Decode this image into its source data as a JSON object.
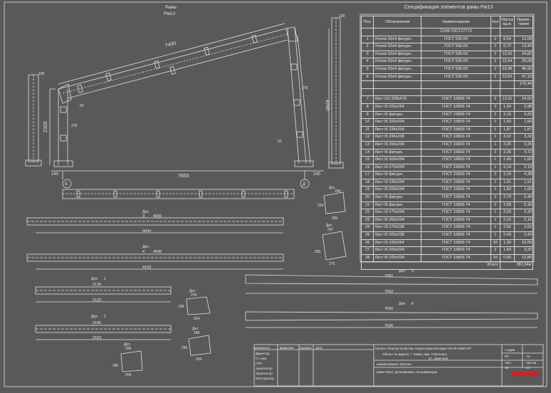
{
  "frame": {
    "title_line1": "Рама",
    "title_line2": "Рм13"
  },
  "dims": {
    "top_length": "7400",
    "span": "7650",
    "left_height": "2320",
    "right_height": "4240",
    "left_offset": "140",
    "right_offset": "140",
    "axis_left": "Б",
    "axis_right": "Д",
    "left_col_top": "228",
    "right_col_top": "228",
    "left_small": "278",
    "right_small": "278",
    "ang_a": "53",
    "ang_b": "33"
  },
  "details": [
    {
      "title": "Дет.",
      "num": "3",
      "inner": "4056",
      "outer": "4044"
    },
    {
      "title": "Дет.",
      "num": "4",
      "inner": "4099",
      "outer": "4103"
    },
    {
      "title": "Дет.",
      "num": "1",
      "inner": "2136",
      "outer": "2122"
    },
    {
      "title": "Дет.",
      "num": "2",
      "inner": "2196",
      "outer": "2153"
    },
    {
      "title": "Дет.",
      "num": "5",
      "inner": "7682",
      "outer": "7669"
    },
    {
      "title": "Дет.",
      "num": "6",
      "inner": "7690",
      "outer": "7696"
    }
  ],
  "plates": [
    {
      "label": "Дет.",
      "a": "254",
      "b": "285",
      "c": "234"
    },
    {
      "label": "Дет.",
      "a": "247",
      "b": "275",
      "c": "283"
    },
    {
      "label": "Дет.",
      "a": "276",
      "b": "238",
      "c": "254"
    },
    {
      "label": "Дет.",
      "a": "289",
      "b": "290",
      "c": "254"
    },
    {
      "label": "Дет.",
      "a": "206",
      "b": "254",
      "c": "280"
    }
  ],
  "spec": {
    "title": "Спецификация элементов рамы Рм13",
    "headers": {
      "pos": "Поз.",
      "designation": "Обозначение",
      "name": "Наименование",
      "qty": "Кол",
      "mass": "Масса ед.кг.",
      "note": "Приме- чание"
    },
    "group1": "С245 ГОСТ27772",
    "rows1": [
      [
        "1",
        "Уголок 50х4  фигурн.",
        "ГОСТ 535-05",
        "2",
        "6,54",
        "13,08"
      ],
      [
        "2",
        "Уголок 50х4  фигурн.",
        "ГОСТ 535-05",
        "2",
        "6,72",
        "13,44"
      ],
      [
        "3",
        "Уголок 50х4  фигурн.",
        "ГОСТ 535-05",
        "2",
        "12,41",
        "24,82"
      ],
      [
        "4",
        "Уголок 50х4  фигурн.",
        "ГОСТ 535-05",
        "2",
        "12,54",
        "25,08"
      ],
      [
        "5",
        "Уголок 50х4  фигурн.",
        "ГОСТ 535-05",
        "2",
        "23,46",
        "46,92"
      ],
      [
        "6",
        "Уголок 50х4  фигурн.",
        "ГОСТ 535-05",
        "2",
        "23,55",
        "47,10"
      ]
    ],
    "subtotal": "170,44",
    "rows2": [
      [
        "7",
        "Лист t10   328х478",
        "ГОСТ 19903-74",
        "2",
        "12,31",
        "24,62"
      ],
      [
        "8",
        "Лист t5   200х254",
        "ГОСТ 19903-74",
        "2",
        "1,99",
        "3,98"
      ],
      [
        "9",
        "Лист t5   фигурн.",
        "ГОСТ 19903-74",
        "2",
        "2,16",
        "4,32"
      ],
      [
        "10",
        "Лист t5   200х204",
        "ГОСТ 19903-74",
        "1",
        "1,60",
        "1,60"
      ],
      [
        "11",
        "Лист t5   234х204",
        "ГОСТ 19903-74",
        "1",
        "1,87",
        "1,87"
      ],
      [
        "12",
        "Лист t5   296х238",
        "ГОСТ 19903-74",
        "1",
        "3,32",
        "3,32"
      ],
      [
        "13",
        "Лист t5   290х238",
        "ГОСТ 19903-74",
        "1",
        "3,25",
        "3,25"
      ],
      [
        "14",
        "Лист t5   фигурн.",
        "ГОСТ 19903-74",
        "2",
        "2,36",
        "4,72"
      ],
      [
        "15",
        "Лист t5   200х204",
        "ГОСТ 19903-74",
        "1",
        "1,60",
        "1,60"
      ],
      [
        "16",
        "Лист t5   273х204",
        "ГОСТ 19903-74",
        "1",
        "2,19",
        "2,19"
      ],
      [
        "17",
        "Лист t5   фигурн.",
        "ГОСТ 19903-74",
        "2",
        "2,19",
        "4,38"
      ],
      [
        "18",
        "Лист t5   239х204",
        "ГОСТ 19903-74",
        "1",
        "1,91",
        "1,91"
      ],
      [
        "19",
        "Лист t5   200х204",
        "ГОСТ 19903-74",
        "1",
        "1,60",
        "1,60"
      ],
      [
        "20",
        "Лист t5   фигурн.",
        "ГОСТ 19903-74",
        "2",
        "2,74",
        "5,48"
      ],
      [
        "21",
        "Лист t5   фигурн.",
        "ГОСТ 19903-74",
        "2",
        "2,68",
        "5,36"
      ],
      [
        "22",
        "Лист t5   275х204",
        "ГОСТ 19903-74",
        "1",
        "2,20",
        "2,20"
      ],
      [
        "23",
        "Лист t5   269х204",
        "ГОСТ 19903-74",
        "1",
        "2,15",
        "2,15"
      ],
      [
        "24",
        "Лист t5   270х238",
        "ГОСТ 19903-74",
        "1",
        "2,52",
        "2,52"
      ],
      [
        "25",
        "Лист t5   260х238",
        "ГОСТ 19903-74",
        "1",
        "2,43",
        "2,43"
      ],
      [
        "26",
        "Лист t5   100х254",
        "ГОСТ 19903-74",
        "16",
        "1,00",
        "16,00"
      ],
      [
        "27",
        "Лист t5   200х204",
        "ГОСТ 19903-74",
        "2",
        "1,60",
        "3,20"
      ],
      [
        "28",
        "Лист t5   100х204",
        "ГОСТ 19903-74",
        "16",
        "0,80",
        "12,80"
      ]
    ],
    "total_label": "Итого:",
    "total": "281,94кг"
  },
  "stamp": {
    "project": "Проект благоустройства территории Беседка 02-09-1000-АР",
    "object": "Объект по адресу: г. Химки, мкр. Новогорск,",
    "street": "ул. Заречная",
    "sheet_name_label": "наименование чертежа",
    "sheet_name": "рама Рм13, деталировка, спецификация",
    "stage_label": "стадия",
    "stage": "КР",
    "sheet_label": "лист",
    "sheet": "16",
    "sheets_label": "листов",
    "sheets": "22",
    "format": "А4",
    "roles": [
      "Директор",
      "Гл. инж.",
      "ГИП",
      "Архитектор",
      "Архитектор",
      "Конструктор"
    ],
    "cols": [
      "должность",
      "фамилия",
      "подпись",
      "дата"
    ]
  },
  "colors": {
    "background": "#595959",
    "lines": "#e6e6e6",
    "logo": "#c0272d"
  }
}
